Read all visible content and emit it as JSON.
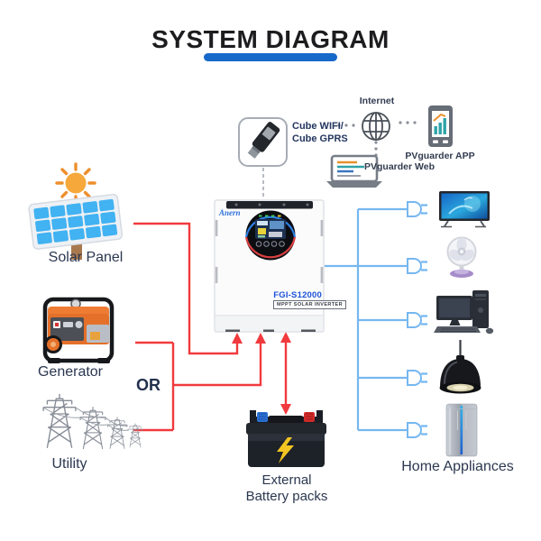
{
  "title": {
    "text": "SYSTEM DIAGRAM"
  },
  "monitoring": {
    "cube_line1": "Cube WIFI/",
    "cube_line2": "Cube GPRS",
    "internet": "Internet",
    "app": "PVguarder APP",
    "web": "PVguarder Web"
  },
  "inverter": {
    "brand": "Anern",
    "model": "FGI-S12000",
    "type_label": "MPPT SOLAR INVERTER"
  },
  "sources": {
    "solar": "Solar Panel",
    "generator": "Generator",
    "utility": "Utility",
    "or": "OR"
  },
  "battery": {
    "line1": "External",
    "line2": "Battery packs"
  },
  "appliances": {
    "label": "Home Appliances",
    "items": [
      "tv",
      "fan",
      "computer",
      "pendant-lamp",
      "refrigerator"
    ]
  },
  "colors": {
    "accent_blue": "#1669c9",
    "wire_red": "#f13a3e",
    "wire_blue": "#76b7f0",
    "label_navy": "#2b3750",
    "model_blue": "#1d52d8"
  }
}
